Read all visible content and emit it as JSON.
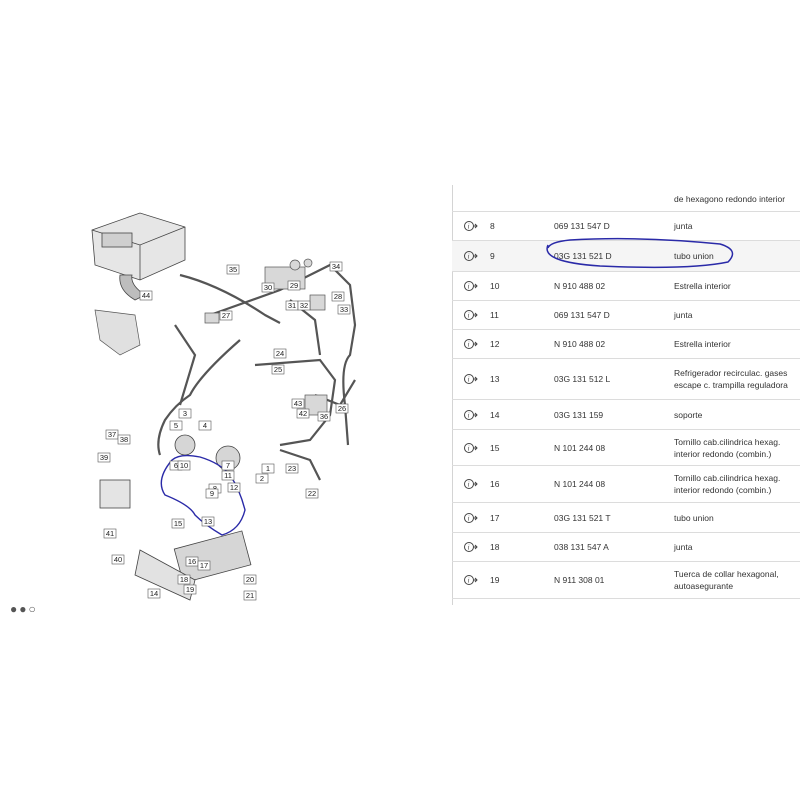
{
  "table": {
    "top_desc": "de hexagono redondo interior",
    "rows": [
      {
        "pos": "8",
        "partno": "069 131 547 D",
        "desc": "junta"
      },
      {
        "pos": "9",
        "partno": "03G 131 521 D",
        "desc": "tubo union"
      },
      {
        "pos": "10",
        "partno": "N  910 488 02",
        "desc": "Estrella interior"
      },
      {
        "pos": "11",
        "partno": "069 131 547 D",
        "desc": "junta"
      },
      {
        "pos": "12",
        "partno": "N  910 488 02",
        "desc": "Estrella interior"
      },
      {
        "pos": "13",
        "partno": "03G 131 512 L",
        "desc": "Refrigerador recirculac. gases escape c. trampilla reguladora"
      },
      {
        "pos": "14",
        "partno": "03G 131 159",
        "desc": "soporte"
      },
      {
        "pos": "15",
        "partno": "N  101 244 08",
        "desc": "Tornillo cab.cilindrica hexag. interior redondo (combin.)"
      },
      {
        "pos": "16",
        "partno": "N  101 244 08",
        "desc": "Tornillo cab.cilindrica hexag. interior redondo (combin.)"
      },
      {
        "pos": "17",
        "partno": "03G 131 521 T",
        "desc": "tubo union"
      },
      {
        "pos": "18",
        "partno": "038 131 547 A",
        "desc": "junta"
      },
      {
        "pos": "19",
        "partno": "N  911 308 01",
        "desc": "Tuerca de collar hexagonal, autoasegurante"
      }
    ]
  },
  "diagram": {
    "callouts": [
      "1",
      "2",
      "3",
      "4",
      "5",
      "6",
      "7",
      "8",
      "9",
      "10",
      "11",
      "12",
      "13",
      "14",
      "15",
      "16",
      "17",
      "18",
      "19",
      "20",
      "21",
      "22",
      "23",
      "24",
      "25",
      "26",
      "27",
      "28",
      "29",
      "30",
      "31",
      "32",
      "33",
      "34",
      "35",
      "36",
      "37",
      "38",
      "39",
      "40",
      "41",
      "42",
      "43",
      "44"
    ]
  },
  "icons": {
    "info": "info-arrow-icon"
  },
  "colors": {
    "highlight_ink": "#2a2aa8",
    "row_alt": "#f5f5f5"
  }
}
